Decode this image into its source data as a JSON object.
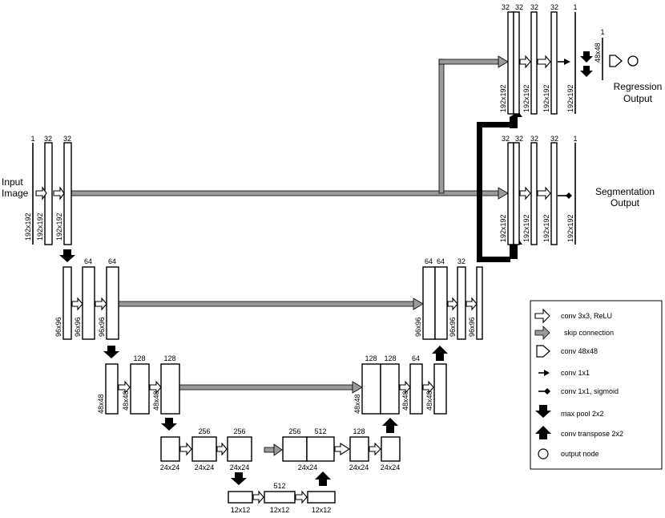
{
  "labels": {
    "input_image": [
      "Input",
      "Image"
    ],
    "segmentation_output": [
      "Segmentation",
      "Output"
    ],
    "regression_output": [
      "Regression",
      "Output"
    ]
  },
  "channels": {
    "c1": "1",
    "c32": "32",
    "c64": "64",
    "c128": "128",
    "c256": "256",
    "c512": "512"
  },
  "sizes": {
    "s192": "192x192",
    "s96": "96x96",
    "s48": "48x48",
    "s24": "24x24",
    "s12": "12x12"
  },
  "legend": [
    {
      "icon": "hollow-arrow-icon",
      "label": "conv 3x3, ReLU"
    },
    {
      "icon": "skip-arrow-icon",
      "label": "skip connection"
    },
    {
      "icon": "d-shape-icon",
      "label": "conv 48x48"
    },
    {
      "icon": "small-arrow-icon",
      "label": "conv 1x1"
    },
    {
      "icon": "diamond-arrow-icon",
      "label": "conv 1x1, sigmoid"
    },
    {
      "icon": "down-arrow-icon",
      "label": "max pool 2x2"
    },
    {
      "icon": "up-arrow-icon",
      "label": "conv transpose 2x2"
    },
    {
      "icon": "circle-icon",
      "label": "output node"
    }
  ],
  "colors": {
    "skip": "#9a9a9a",
    "stroke": "#000000",
    "fill": "#ffffff"
  }
}
